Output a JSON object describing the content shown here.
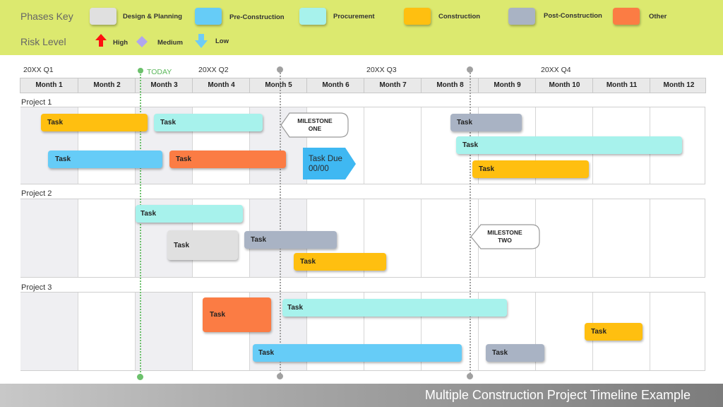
{
  "keys": {
    "phases_title": "Phases Key",
    "risk_title": "Risk Level",
    "phases": [
      {
        "label": "Design & Planning",
        "color": "#e0e0e0"
      },
      {
        "label": "Pre-Construction",
        "color": "#66ccf7"
      },
      {
        "label": "Procurement",
        "color": "#a7f2ec"
      },
      {
        "label": "Construction",
        "color": "#ffbf10"
      },
      {
        "label": "Post-Construction",
        "color": "#a9b3c4"
      },
      {
        "label": "Other",
        "color": "#fb7c44"
      }
    ],
    "risks": [
      {
        "label": "High",
        "icon": "red-up-arrow-icon",
        "color": "#ff1010"
      },
      {
        "label": "Medium",
        "icon": "purple-diamond-icon",
        "color": "#b0a6ee"
      },
      {
        "label": "Low",
        "icon": "blue-down-arrow-icon",
        "color": "#6ecbf6"
      }
    ]
  },
  "quarters": [
    "20XX Q1",
    "20XX Q2",
    "20XX Q3",
    "20XX Q4"
  ],
  "today_label": "TODAY",
  "months": [
    "Month 1",
    "Month 2",
    "Month 3",
    "Month 4",
    "Month 5",
    "Month 6",
    "Month 7",
    "Month 8",
    "Month 9",
    "Month 10",
    "Month 11",
    "Month 12"
  ],
  "projects": [
    {
      "label": "Project 1"
    },
    {
      "label": "Project 2"
    },
    {
      "label": "Project 3"
    }
  ],
  "task_label": "Task",
  "task_due": {
    "line1": "Task Due",
    "line2": "00/00"
  },
  "milestones": {
    "one": {
      "line1": "MILESTONE",
      "line2": "ONE"
    },
    "two": {
      "line1": "MILESTONE",
      "line2": "TWO"
    }
  },
  "footer_title": "Multiple Construction Project Timeline Example"
}
